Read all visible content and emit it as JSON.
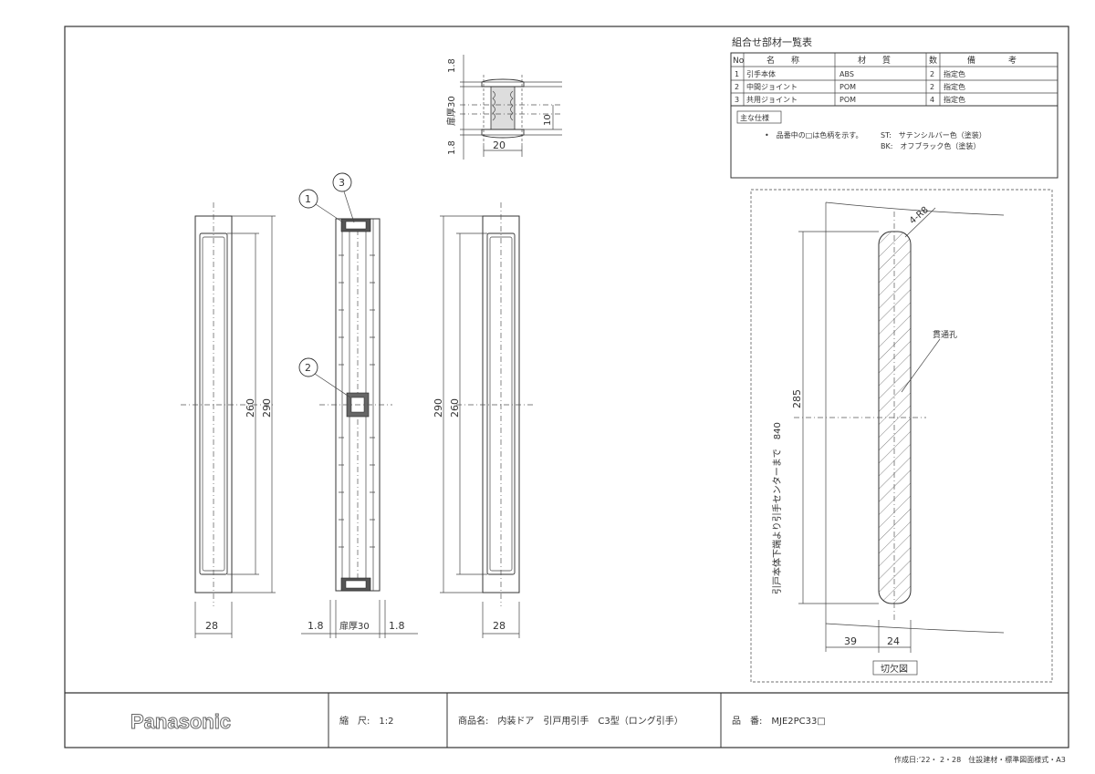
{
  "parts_table": {
    "title": "組合せ部材一覧表",
    "headers": [
      "No",
      "名　　称",
      "材　　質",
      "数",
      "備　　　　考"
    ],
    "rows": [
      {
        "no": "1",
        "name": "引手本体",
        "material": "ABS",
        "qty": "2",
        "note": "指定色"
      },
      {
        "no": "2",
        "name": "中間ジョイント",
        "material": "POM",
        "qty": "2",
        "note": "指定色"
      },
      {
        "no": "3",
        "name": "共用ジョイント",
        "material": "POM",
        "qty": "4",
        "note": "指定色"
      }
    ],
    "spec_label": "主な仕様",
    "spec_note": "•　品番中の□は色柄を示す。",
    "colors": [
      "ST:　サテンシルバー色（塗装）",
      "BK:　オフブラック色（塗装）"
    ]
  },
  "dims": {
    "front_260": "260",
    "front_290": "290",
    "front_28": "28",
    "side_18a": "1.8",
    "side_door": "扉厚30",
    "side_18b": "1.8",
    "back_290": "290",
    "back_260": "260",
    "back_28": "28",
    "top_18a": "1.8",
    "top_door": "扉厚30",
    "top_18b": "1.8",
    "top_10": "10",
    "top_20": "20",
    "cut_r": "4-R8",
    "cut_285": "285",
    "cut_840": "引戸本体下端より引手センターまで　840",
    "cut_39": "39",
    "cut_24": "24",
    "cut_hole": "貫通孔",
    "cut_caption": "切欠図"
  },
  "callouts": [
    "1",
    "2",
    "3"
  ],
  "title_block": {
    "logo": "Panasonic",
    "scale": "縮　尺:　1:2",
    "product": "商品名:　内装ドア　引戸用引手　C3型（ロング引手）",
    "part_no": "品　番:　MJE2PC33□"
  },
  "footer": "作成日:’22・ 2・28　住設建材・標準図面様式・A3"
}
